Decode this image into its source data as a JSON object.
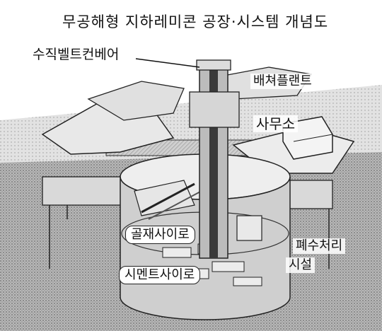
{
  "title": "무공해형 지하레미콘 공장·시스템 개념도",
  "labels": {
    "vertical_belt_conveyor": "수직벨트컨베어",
    "batcher_plant": "배쳐플랜트",
    "office": "사무소",
    "aggregate_silo": "골재사이로",
    "cement_silo": "시멘트사이로",
    "wastewater_treatment_line1": "폐수처리",
    "wastewater_treatment_line2": "시설"
  },
  "colors": {
    "ink": "#111111",
    "ground": "#9a9a9a",
    "structure_fill": "#d4d4d4",
    "shadow": "#555555"
  }
}
